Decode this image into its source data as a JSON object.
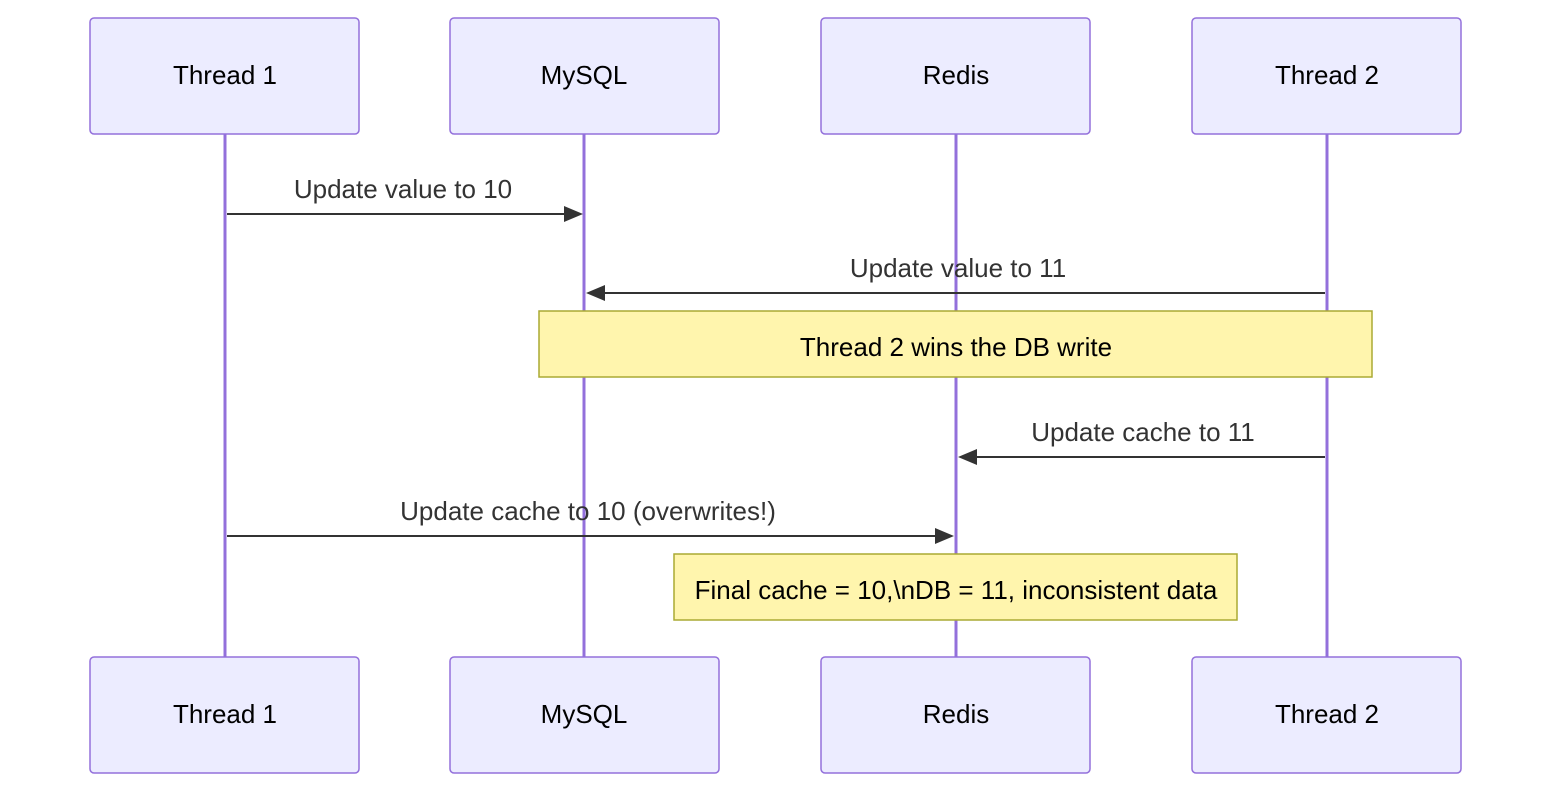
{
  "participants": [
    {
      "id": "t1",
      "label": "Thread 1"
    },
    {
      "id": "mysql",
      "label": "MySQL"
    },
    {
      "id": "redis",
      "label": "Redis"
    },
    {
      "id": "t2",
      "label": "Thread 2"
    }
  ],
  "messages": [
    {
      "from": "t1",
      "to": "mysql",
      "label": "Update value to 10"
    },
    {
      "from": "t2",
      "to": "mysql",
      "label": "Update value to 11"
    },
    {
      "from": "t2",
      "to": "redis",
      "label": "Update cache to 11"
    },
    {
      "from": "t1",
      "to": "redis",
      "label": "Update cache to 10 (overwrites!)"
    }
  ],
  "notes": [
    {
      "over": [
        "mysql",
        "t2"
      ],
      "label": "Thread 2 wins the DB write"
    },
    {
      "over": [
        "redis"
      ],
      "label": "Final cache = 10,\\nDB = 11, inconsistent data"
    }
  ],
  "colors": {
    "actor_fill": "#ececff",
    "actor_stroke": "#9370db",
    "note_fill": "#fff5ad",
    "note_stroke": "#aaaa33",
    "message": "#333333"
  }
}
